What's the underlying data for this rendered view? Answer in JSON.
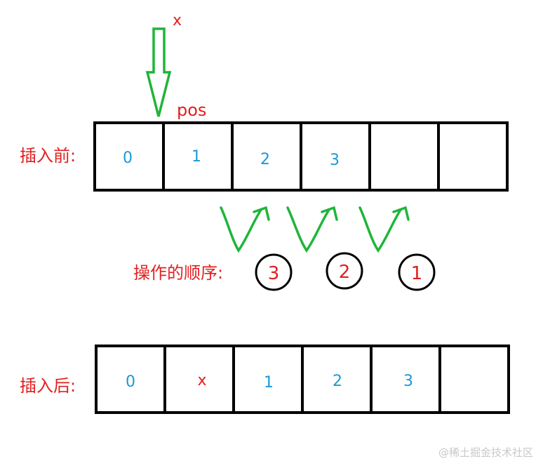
{
  "diagram": {
    "pointer_label": "x",
    "pos_label": "pos",
    "before": {
      "label": "插入前:",
      "cells": [
        "0",
        "1",
        "2",
        "3",
        "",
        ""
      ]
    },
    "order": {
      "label": "操作的顺序:",
      "steps": [
        "3",
        "2",
        "1"
      ]
    },
    "after": {
      "label": "插入后:",
      "cells": [
        "0",
        "x",
        "1",
        "2",
        "3",
        ""
      ]
    },
    "colors": {
      "index_text": "#1a9ad6",
      "highlight_text": "#e02020",
      "arrow": "#1fb53a",
      "cell_border": "#000000"
    }
  },
  "watermark": "@稀土掘金技术社区"
}
